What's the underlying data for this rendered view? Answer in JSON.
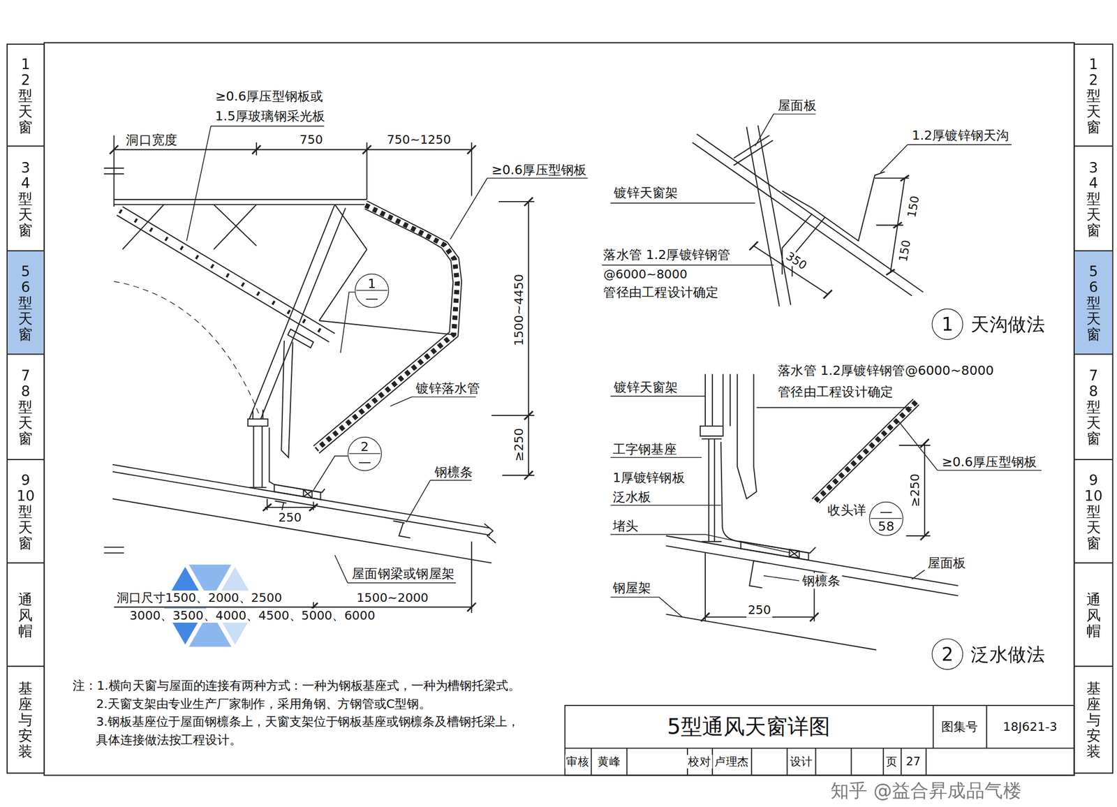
{
  "diagram": {
    "title": "5型通风天窗详图",
    "nodes": [
      {
        "text": [
          "1 2型天窗"
        ]
      },
      {
        "text": [
          "3 4型天窗"
        ]
      },
      {
        "text": [
          "5 6型天窗"
        ]
      },
      {
        "text": [
          "7 8型天窗"
        ]
      },
      {
        "text": [
          "9 10型天窗"
        ]
      },
      {
        "text": [
          "通风帽"
        ]
      },
      {
        "text": [
          "基座与安装"
        ]
      },
      {
        "text": [
          "1",
          "—"
        ]
      },
      {
        "text": [
          "2",
          "—"
        ]
      },
      {
        "text": [
          "1",
          "天沟做法"
        ]
      },
      {
        "text": [
          "—",
          "58"
        ]
      },
      {
        "text": [
          "2",
          "泛水做法"
        ]
      },
      {
        "text": [
          "1 2型天窗"
        ]
      },
      {
        "text": [
          "3 4型天窗"
        ]
      },
      {
        "text": [
          "5 6型天窗"
        ]
      },
      {
        "text": [
          "7 8型天窗"
        ]
      },
      {
        "text": [
          "9 10型天窗"
        ]
      },
      {
        "text": [
          "通风帽"
        ]
      },
      {
        "text": [
          "基座与安装"
        ]
      }
    ],
    "labels": [
      "≥0.6厚压型钢板或",
      "1.5厚玻璃钢采光板",
      "洞口宽度",
      "750",
      "750~1250",
      "≥0.6厚压型钢板",
      "1500~4450",
      "≥250",
      "镀锌落水管",
      "钢檩条",
      "250",
      "屋面钢梁或钢屋架",
      "洞口尺寸1500、2000、2500",
      "3000、3500、4000、4500、5000、6000",
      "1500~2000",
      "屋面板",
      "1.2厚镀锌钢天沟",
      "镀锌天窗架",
      "落水管 1.2厚镀锌钢管",
      "@6000~8000",
      "管径由工程设计确定",
      "150",
      "150",
      "350",
      "镀锌天窗架",
      "落水管 1.2厚镀锌钢管@6000~8000",
      "管径由工程设计确定",
      "工字钢基座",
      "1厚镀锌钢板",
      "泛水板",
      "堵头",
      "≥0.6厚压型钢板",
      "≥250",
      "收头详",
      "钢檩条",
      "屋面板",
      "钢屋架",
      "250",
      "注：1.横向天窗与屋面的连接有两种方式：一种为钢板基座式，一种为槽钢托梁式。",
      "2.天窗支架由专业生产厂家制作，采用角钢、方钢管或C型钢。",
      "3.钢板基座位于屋面钢檩条上，天窗支架位于钢板基座或钢檩条及槽钢托梁上，",
      "具体连接做法按工程设计。",
      "图集号",
      "18J621-3",
      "审核",
      "黄峰",
      "校对",
      "卢理杰",
      "设计",
      "页",
      "27",
      "知乎 @益合昇成品气楼"
    ]
  }
}
